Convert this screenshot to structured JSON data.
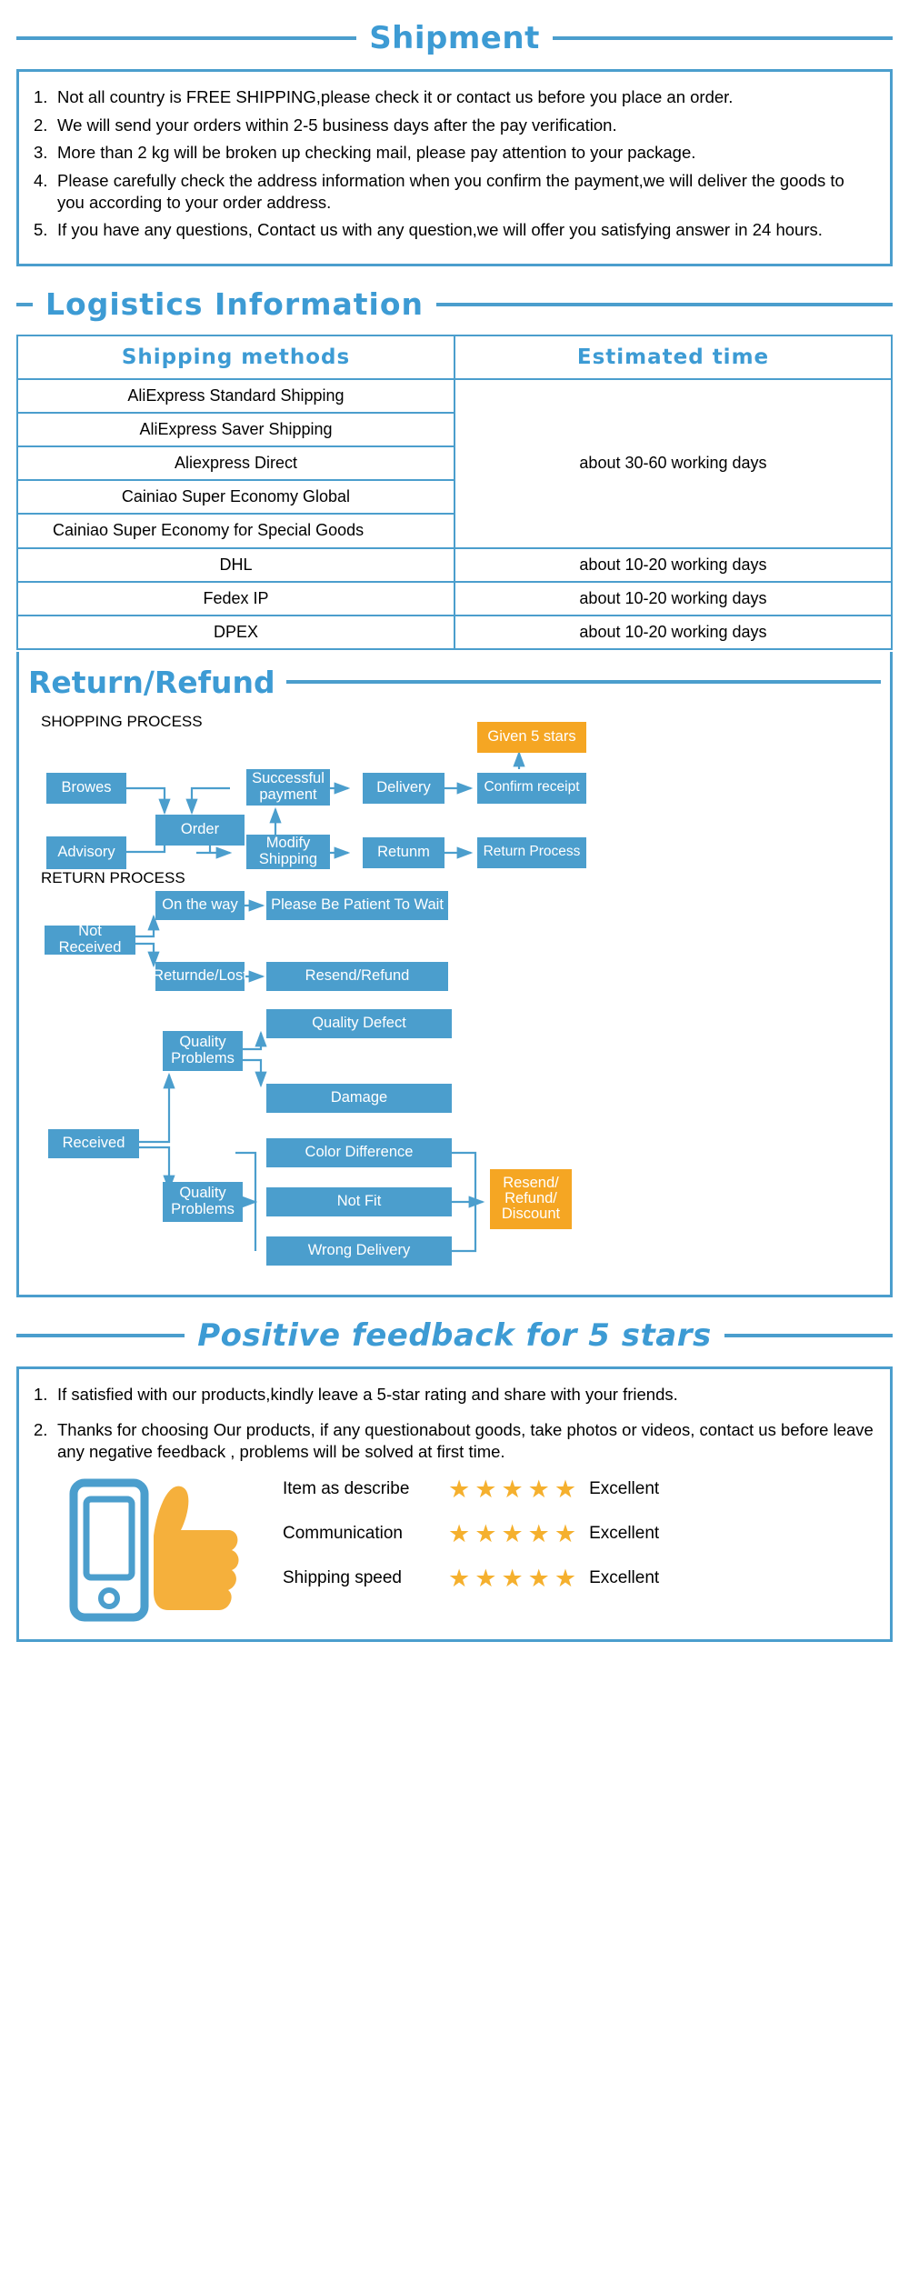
{
  "shipment": {
    "heading": "Shipment",
    "items": [
      "Not all country is FREE SHIPPING,please check it or contact us before you place an order.",
      "We will send your orders within 2-5 business days after the pay verification.",
      "More than 2 kg will be broken up checking mail, please pay attention to your package.",
      "Please carefully check the address information when you confirm the payment,we will deliver the goods to you according to your order address.",
      "If you have any questions, Contact us with any question,we will offer you satisfying answer in 24 hours."
    ]
  },
  "logistics": {
    "heading": "Logistics  Information",
    "columns": [
      "Shipping  methods",
      "Estimated  time"
    ],
    "rows": [
      {
        "method": "AliExpress Standard Shipping",
        "time": "about 30-60 working days"
      },
      {
        "method": "AliExpress Saver Shipping",
        "time": ""
      },
      {
        "method": "Aliexpress Direct",
        "time": ""
      },
      {
        "method": "Cainiao Super Economy Global",
        "time": ""
      },
      {
        "method": "Cainiao Super Economy for Special Goods",
        "time": ""
      },
      {
        "method": "DHL",
        "time": "about 10-20  working days"
      },
      {
        "method": "Fedex IP",
        "time": "about 10-20  working days"
      },
      {
        "method": "DPEX",
        "time": "about 10-20  working days"
      }
    ],
    "merged_time_label": "about 30-60 working days"
  },
  "return_refund": {
    "heading": "Return/Refund",
    "shopping_label": "SHOPPING PROCESS",
    "return_label": "RETURN PROCESS",
    "shopping_nodes": {
      "browes": "Browes",
      "order": "Order",
      "advisory": "Advisory",
      "successful_payment": "Successful payment",
      "modify_shipping": "Modify Shipping",
      "delivery": "Delivery",
      "retunm": "Retunm",
      "confirm_receipt": "Confirm receipt",
      "return_process": "Return Process",
      "given_5_stars": "Given 5 stars"
    },
    "return_nodes": {
      "not_received": "Not Received",
      "on_the_way": "On the way",
      "please_be_patient": "Please Be Patient To Wait",
      "returnde_lost": "Returnde/Lost",
      "resend_refund": "Resend/Refund",
      "received": "Received",
      "quality_problems_1": "Quality Problems",
      "quality_problems_2": "Quality Problems",
      "quality_defect": "Quality Defect",
      "damage": "Damage",
      "color_difference": "Color Difference",
      "not_fit": "Not Fit",
      "wrong_delivery": "Wrong Delivery",
      "resend_refund_discount": "Resend/ Refund/ Discount"
    }
  },
  "feedback": {
    "heading": "Positive feedback for 5 stars",
    "items": [
      "If satisfied with our products,kindly leave a 5-star rating and share with your friends.",
      "Thanks for choosing Our products, if any questionabout goods, take photos or videos, contact us before leave any negative feedback , problems will be solved at first time."
    ],
    "ratings": [
      {
        "label": "Item as describe",
        "stars": 5,
        "value": "Excellent"
      },
      {
        "label": "Communication",
        "stars": 5,
        "value": "Excellent"
      },
      {
        "label": "Shipping speed",
        "stars": 5,
        "value": "Excellent"
      }
    ],
    "star_glyph": "★"
  },
  "colors": {
    "brand_blue": "#3d9bd4",
    "rule_blue": "#4b9ecd",
    "node_blue": "#4b9ecd",
    "accent_orange": "#f5a623",
    "star_gold": "#f5b02e"
  }
}
